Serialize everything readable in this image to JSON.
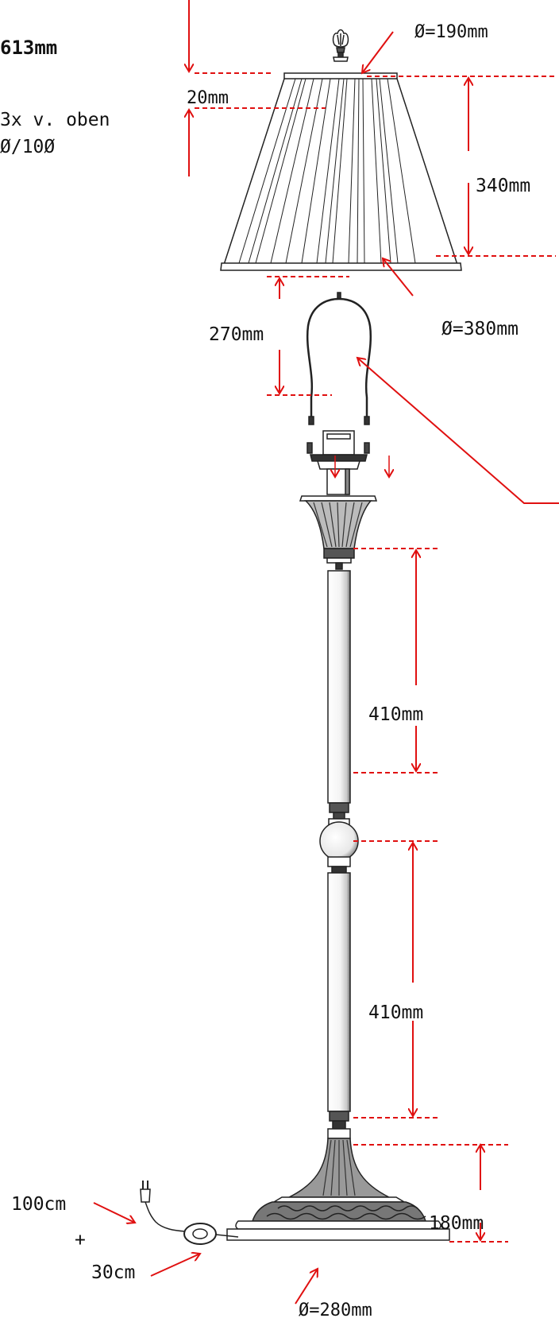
{
  "header": {
    "title_fragment": "613mm",
    "note_line1": "3x v. oben",
    "note_line2": "Ø/10Ø"
  },
  "dimensions": {
    "finial_height": "20mm",
    "shade_top_diameter": "Ø=190mm",
    "shade_height": "340mm",
    "shade_bottom_diameter": "Ø=380mm",
    "harp_height": "270mm",
    "upper_rod_length": "410mm",
    "lower_rod_length": "410mm",
    "base_height": "180mm",
    "base_diameter": "Ø=280mm",
    "cable_length": "100cm",
    "cable_plus": "+",
    "cable_extra": "30cm"
  },
  "colors": {
    "annotation": "#e01010",
    "drawing": "#222222"
  }
}
